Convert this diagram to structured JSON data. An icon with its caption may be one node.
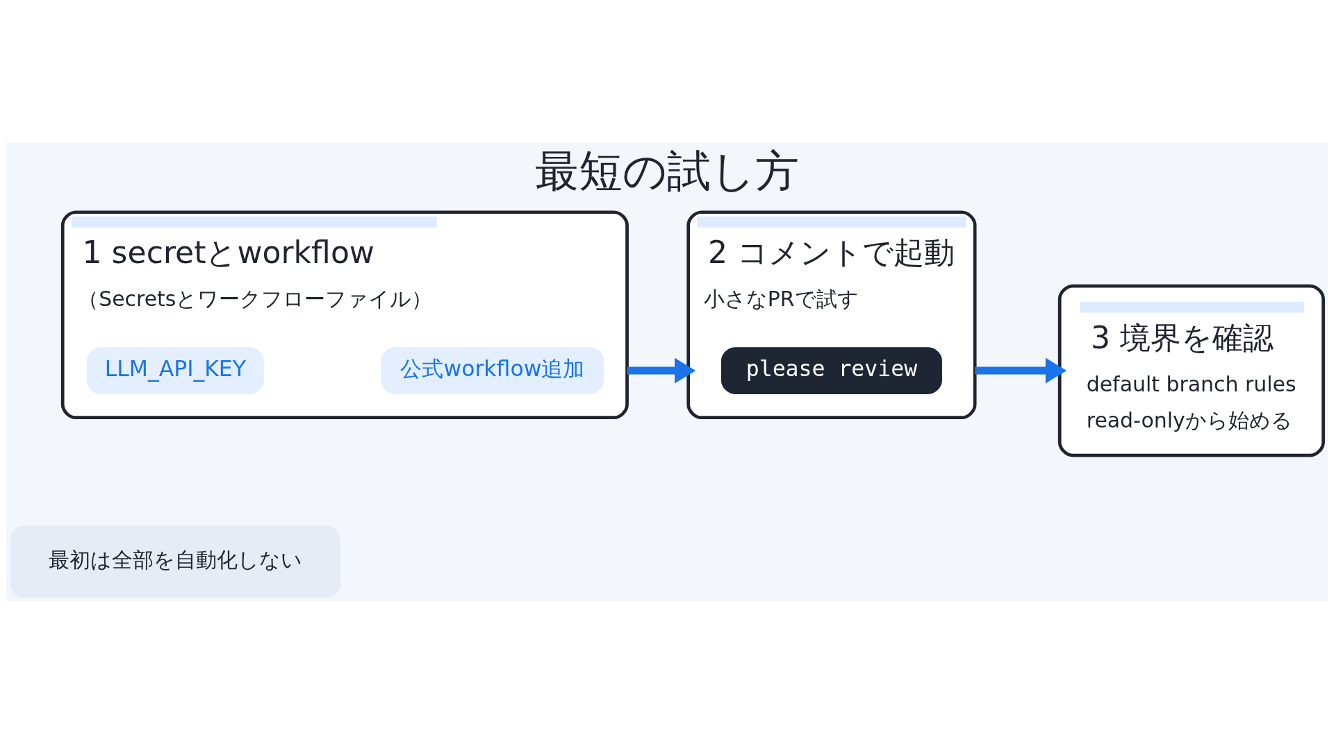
{
  "diagram": {
    "title": "最短の試し方",
    "nodes": [
      {
        "text": [
          "1 secretとworkflow",
          "（Secretsとワークフローファイル）"
        ]
      },
      {
        "text": [
          "LLM_API_KEY"
        ],
        "in": 0
      },
      {
        "text": [
          "公式workflow追加"
        ],
        "in": 0
      },
      {
        "text": [
          "2 コメントで起動",
          "小さなPRで試す"
        ]
      },
      {
        "text": [
          "please review"
        ],
        "in": 3
      },
      {
        "text": [
          "3 境界を確認",
          "default branch rules",
          "read-onlyから始める"
        ]
      },
      {
        "text": [
          "最初は全部を自動化しない"
        ]
      }
    ],
    "edges": [
      {
        "from": 0,
        "to": 3,
        "arrow": "to"
      },
      {
        "from": 3,
        "to": 5,
        "arrow": "to"
      }
    ]
  }
}
